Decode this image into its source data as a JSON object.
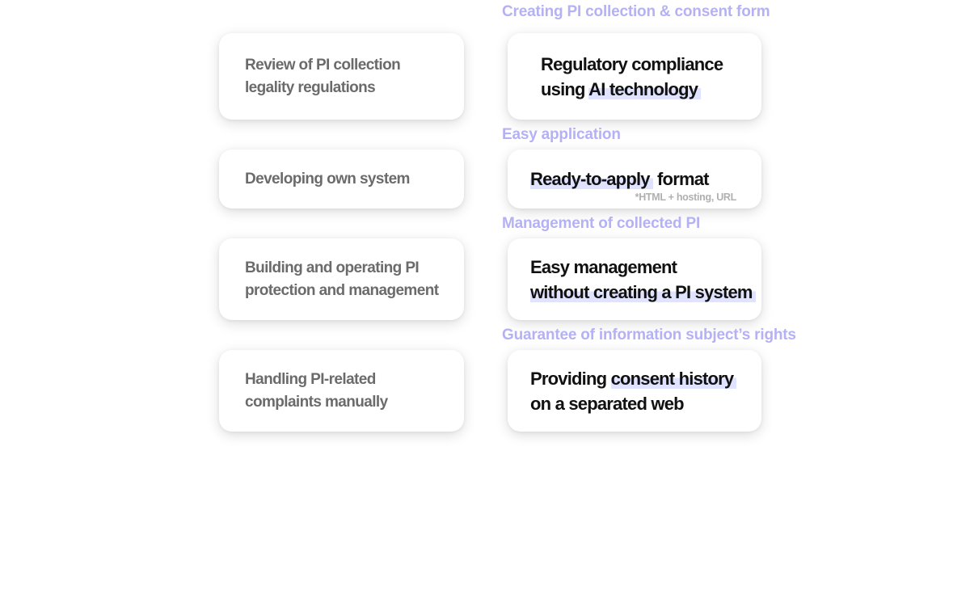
{
  "left_items": [
    {
      "text": "Review of PI collection legality regulations"
    },
    {
      "text": "Developing own system"
    },
    {
      "text": "Building and operating PI protection and management"
    },
    {
      "text": "Handling PI-related complaints manually"
    }
  ],
  "right_items": [
    {
      "title": "Creating PI collection & consent form",
      "line1": "Regulatory compliance",
      "line2_plain": "using ",
      "line2_highlight": "AI technology"
    },
    {
      "title": "Easy application",
      "line1_highlight": "Ready-to-apply",
      "line1_plain": " format",
      "note": "*HTML + hosting, URL"
    },
    {
      "title": "Management of collected PI",
      "line1": "Easy management",
      "line2_highlight": "without creating a PI system"
    },
    {
      "title": "Guarantee of information subject’s rights",
      "line1_plain": "Providing ",
      "line1_highlight": "consent history",
      "line2": "on a separated web"
    }
  ],
  "colors": {
    "section_title": "#b4b1f4",
    "highlight": "#e0e3ff",
    "left_text": "#6b6b6b",
    "right_text": "#111111",
    "note": "#b0b0b0"
  }
}
